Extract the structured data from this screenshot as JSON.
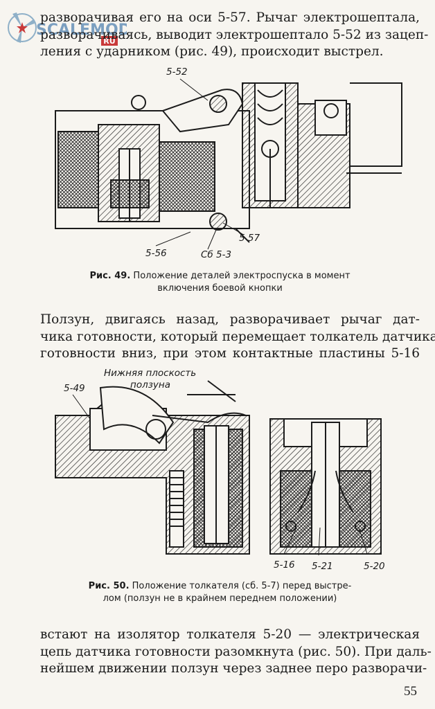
{
  "watermark": {
    "site": "SCALEMODELS",
    "tld": "RU"
  },
  "para1": {
    "lines": [
      "разворачивая его на оси 5-57. Рычаг электрошептала,",
      "разворачиваясь, выводит электрошептало 5-52 из зацеп-",
      "ления с ударником (рис. 49), происходит выстрел."
    ]
  },
  "fig49": {
    "labels": [
      "5-52",
      "5-56",
      "Сб 5-3",
      "5 57"
    ],
    "caption_num": "Рис. 49.",
    "caption_line1": "Положение деталей электроспуска в момент",
    "caption_line2": "включения боевой кнопки"
  },
  "para2": {
    "lines": [
      "Ползун, двигаясь назад, разворачивает рычаг дат-",
      "чика готовности, который перемещает толкатель датчика",
      "готовности вниз, при этом контактные пластины 5-16"
    ]
  },
  "fig50": {
    "label_plane_1": "Нижняя плоскость",
    "label_plane_2": "ползуна",
    "labels": [
      "5-49",
      "5-16",
      "5-21",
      "5-20"
    ],
    "caption_num": "Рис. 50.",
    "caption_line1": "Положение толкателя (сб. 5-7) перед выстре-",
    "caption_line2": "лом (ползун не в крайнем переднем положении)"
  },
  "para3": {
    "lines": [
      "встают на изолятор толкателя 5-20 — электрическая",
      "цепь датчика готовности разомкнута (рис. 50). При даль-",
      "нейшем движении ползун через заднее перо разворачи-"
    ]
  },
  "page_number": "55"
}
